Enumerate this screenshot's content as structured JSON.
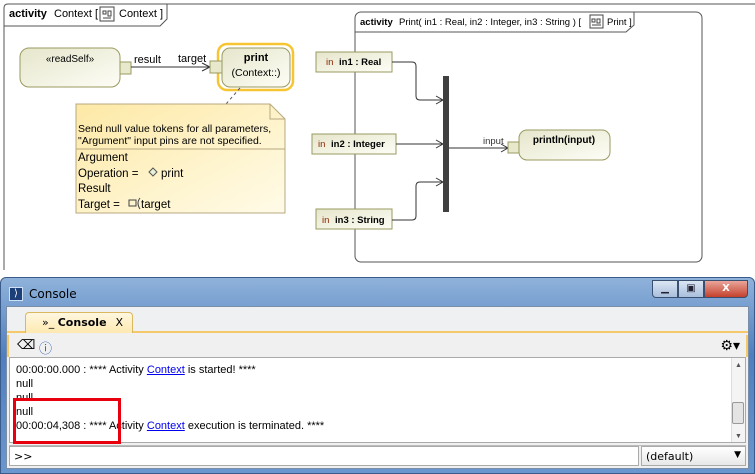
{
  "outer_frame": {
    "kind": "activity",
    "name": "Context [",
    "diagram": "Context ]"
  },
  "context_diagram": {
    "readself": "«readSelf»",
    "result_label": "result",
    "target_label": "target",
    "print_name": "print",
    "print_owner": "(Context::)",
    "note": {
      "line1": "Send null value tokens for all parameters,",
      "line2": "\"Argument\" input pins are not specified.",
      "argument": "Argument",
      "operation": "Operation =",
      "operation_value": "print",
      "result": "Result",
      "target": "Target =",
      "target_value": "target"
    }
  },
  "inner_frame": {
    "kind": "activity",
    "signature": "Print( in1 : Real, in2 : Integer, in3 : String ) [",
    "diagram": "Print ]"
  },
  "print_diagram": {
    "params": [
      {
        "dir": "in",
        "label": "in1 : Real"
      },
      {
        "dir": "in",
        "label": "in2 : Integer"
      },
      {
        "dir": "in",
        "label": "in3 : String"
      }
    ],
    "input_pin": "input",
    "action": "println(input)"
  },
  "console": {
    "title": "Console",
    "tab": "Console",
    "tab_close": "X",
    "lines": [
      {
        "prefix": "00:00:00.000 : **** Activity ",
        "link": "Context",
        "suffix": " is started! ****"
      },
      {
        "text": "null"
      },
      {
        "text": "null"
      },
      {
        "text": "null"
      },
      {
        "prefix": "00:00:04,308 : **** Activity ",
        "link": "Context",
        "suffix": " execution is terminated. ****"
      }
    ],
    "prompt": ">>",
    "scope": "(default)"
  }
}
